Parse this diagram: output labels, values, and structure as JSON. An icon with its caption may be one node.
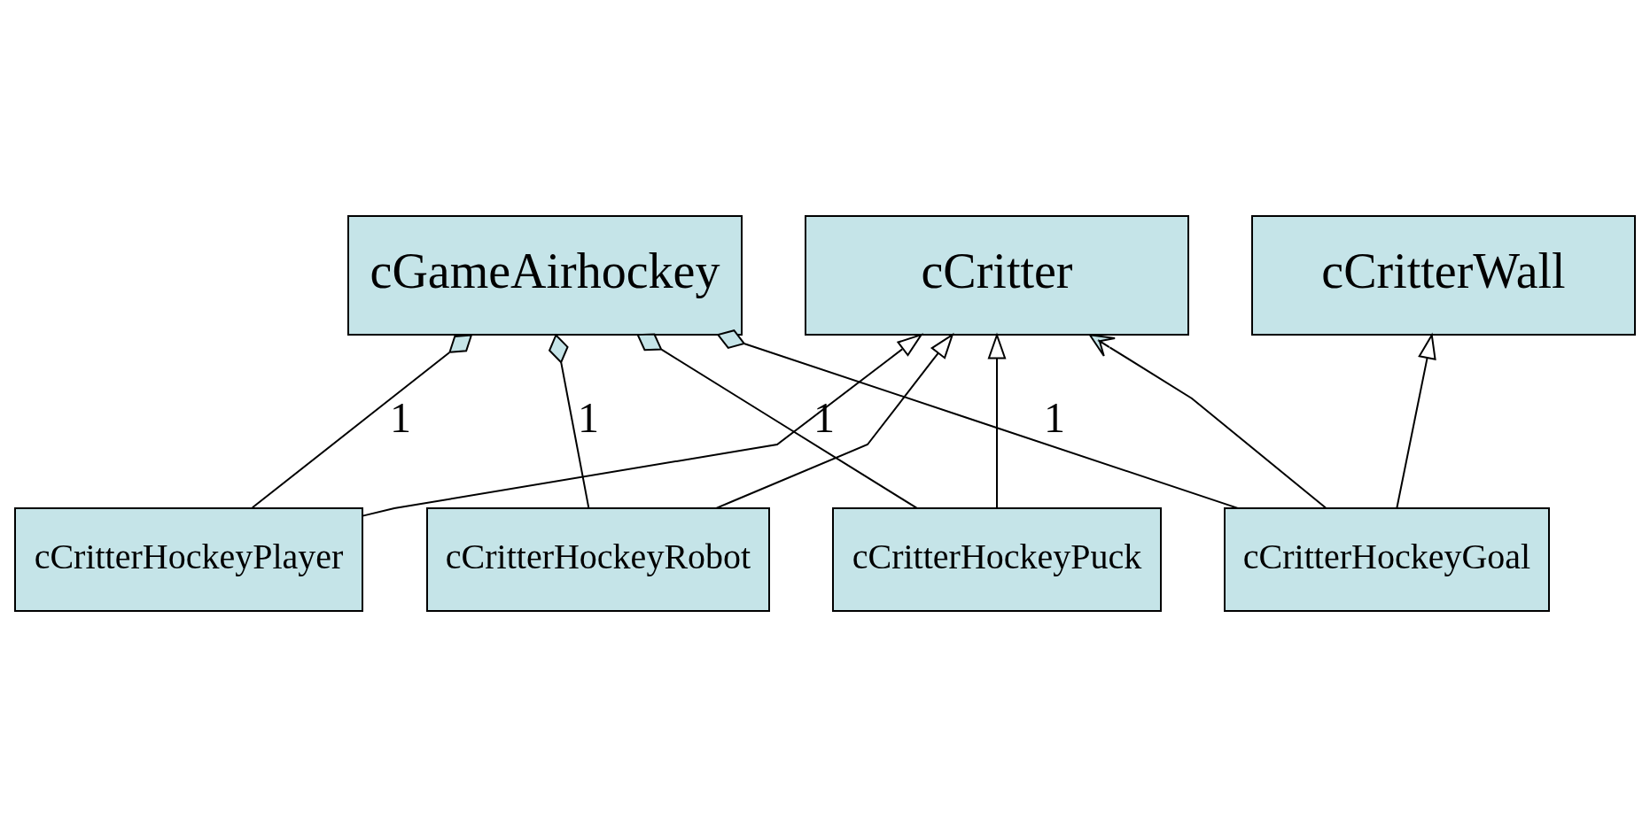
{
  "diagram": {
    "nodes": [
      {
        "text": [
          "cCritter"
        ]
      },
      {
        "text": [
          "cCritterWall"
        ]
      },
      {
        "text": [
          "cCritterHockeyPlayer"
        ]
      },
      {
        "text": [
          "cCritterHockeyRobot"
        ]
      },
      {
        "text": [
          "cCritterHockeyPuck"
        ]
      },
      {
        "text": [
          "cCritterHockeyGoal"
        ]
      },
      {
        "text": [
          "cGameAirhockey"
        ]
      }
    ],
    "edges": [
      {
        "from": 2,
        "to": 0,
        "arrow": "to"
      },
      {
        "from": 3,
        "to": 0,
        "arrow": "to"
      },
      {
        "from": 4,
        "to": 0,
        "arrow": "to"
      },
      {
        "from": 5,
        "to": 0,
        "arrow": "to"
      },
      {
        "from": 5,
        "to": 1,
        "arrow": "to"
      },
      {
        "from": 2,
        "to": 6,
        "arrow": "other",
        "label": "1"
      },
      {
        "from": 3,
        "to": 6,
        "arrow": "other",
        "label": "1"
      },
      {
        "from": 4,
        "to": 6,
        "arrow": "other",
        "label": "1"
      },
      {
        "from": 5,
        "to": 6,
        "arrow": "other",
        "label": "1"
      }
    ]
  }
}
